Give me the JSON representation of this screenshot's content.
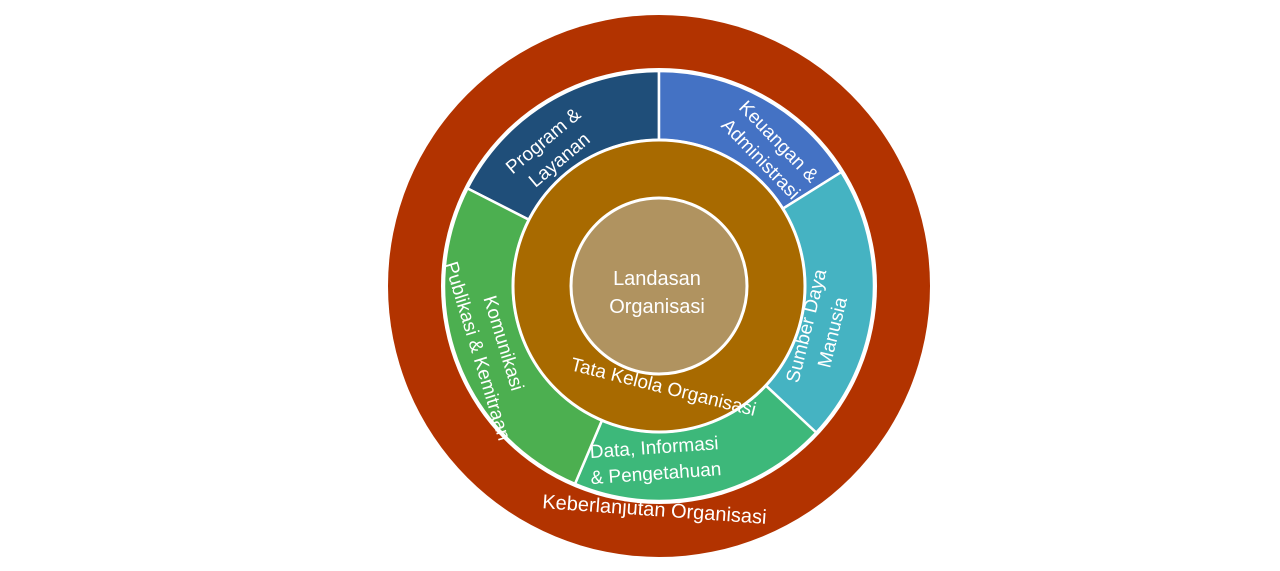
{
  "diagram": {
    "outer_ring": {
      "label": "Keberlanjutan Organisasi",
      "color": "#B23300"
    },
    "segments": [
      {
        "id": "program",
        "lines": [
          "Program &",
          "Layanan"
        ],
        "color": "#1F4E79"
      },
      {
        "id": "keuangan",
        "lines": [
          "Keuangan &",
          "Administrasi"
        ],
        "color": "#4472C4"
      },
      {
        "id": "sdm",
        "lines": [
          "Sumber Daya",
          "Manusia"
        ],
        "color": "#45B3C2"
      },
      {
        "id": "data",
        "lines": [
          "Data, Informasi",
          "& Pengetahuan"
        ],
        "color": "#3DB87A"
      },
      {
        "id": "komunikasi",
        "lines": [
          "Komunikasi",
          "Publikasi & Kemitraan"
        ],
        "color": "#4CAF50"
      }
    ],
    "governance_ring": {
      "label": "Tata Kelola Organisasi",
      "color": "#A86A00"
    },
    "core": {
      "lines": [
        "Landasan",
        "Organisasi"
      ],
      "color": "#B09360"
    },
    "separator_color": "#FFFFFF"
  }
}
